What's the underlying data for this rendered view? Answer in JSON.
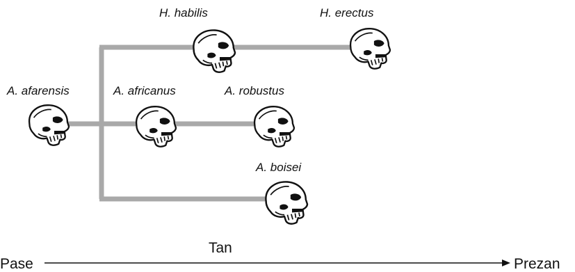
{
  "species": {
    "afarensis": "A. afarensis",
    "africanus": "A. africanus",
    "robustus": "A. robustus",
    "boisei": "A. boisei",
    "habilis": "H. habilis",
    "erectus": "H. erectus"
  },
  "time_axis": {
    "start_label": "Pase",
    "middle_label": "Tan",
    "end_label": "Prezan"
  },
  "colors": {
    "branch": "#a9a9a9",
    "ink": "#111111"
  }
}
